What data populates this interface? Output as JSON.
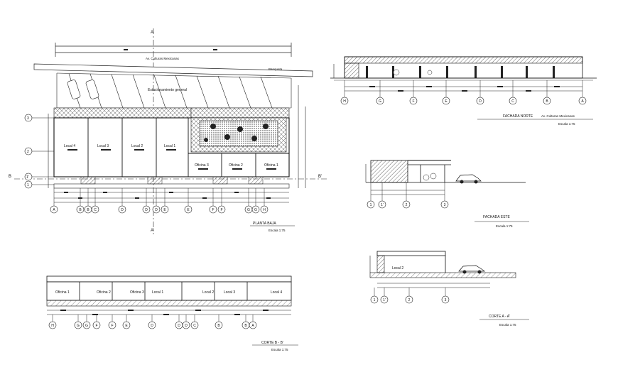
{
  "plan": {
    "title": "PLANTA BAJA",
    "scale": "Escala 1:75",
    "section_mark_top": "A",
    "section_mark_bottom": "A'",
    "section_mark_left": "B",
    "section_mark_right": "B'",
    "avenue": "Av. Culturas Mexicanas",
    "parking": "Estacionamiento general",
    "sidewalk": "Banqueta",
    "locales": [
      "Local 4",
      "Local 3",
      "Local 2",
      "Local 1"
    ],
    "oficinas": [
      "Oficina 3",
      "Oficina 2",
      "Oficina 1"
    ],
    "axes_h": [
      "A",
      "B",
      "B",
      "C",
      "D",
      "D",
      "D",
      "E",
      "E",
      "F",
      "F",
      "G",
      "G",
      "H"
    ],
    "axes_v": [
      "3",
      "2",
      "1'",
      "1"
    ]
  },
  "north": {
    "title": "FACHADA NORTE",
    "subtitle": "Av. Culturas Mexicanas",
    "scale": "Escala 1:75",
    "axes": [
      "H",
      "G",
      "F",
      "E",
      "D",
      "C",
      "B",
      "A"
    ]
  },
  "east": {
    "title": "FACHADA ESTE",
    "scale": "Escala 1:75",
    "axes": [
      "1",
      "1'",
      "2",
      "3"
    ]
  },
  "sectionB": {
    "title": "CORTE  B - B'",
    "scale": "Escala 1:75",
    "rooms": [
      "Oficina 1",
      "Oficina 2",
      "Oficina 3",
      "Local 1",
      "Local 2",
      "Local 3",
      "Local 4"
    ],
    "axes": [
      "H",
      "G",
      "G",
      "F",
      "F",
      "E",
      "D",
      "D",
      "D",
      "C",
      "B",
      "B",
      "A"
    ]
  },
  "sectionA": {
    "title": "CORTE  A - A'",
    "scale": "Escala 1:75",
    "room": "Local 2",
    "axes": [
      "1",
      "1'",
      "2",
      "3"
    ]
  }
}
